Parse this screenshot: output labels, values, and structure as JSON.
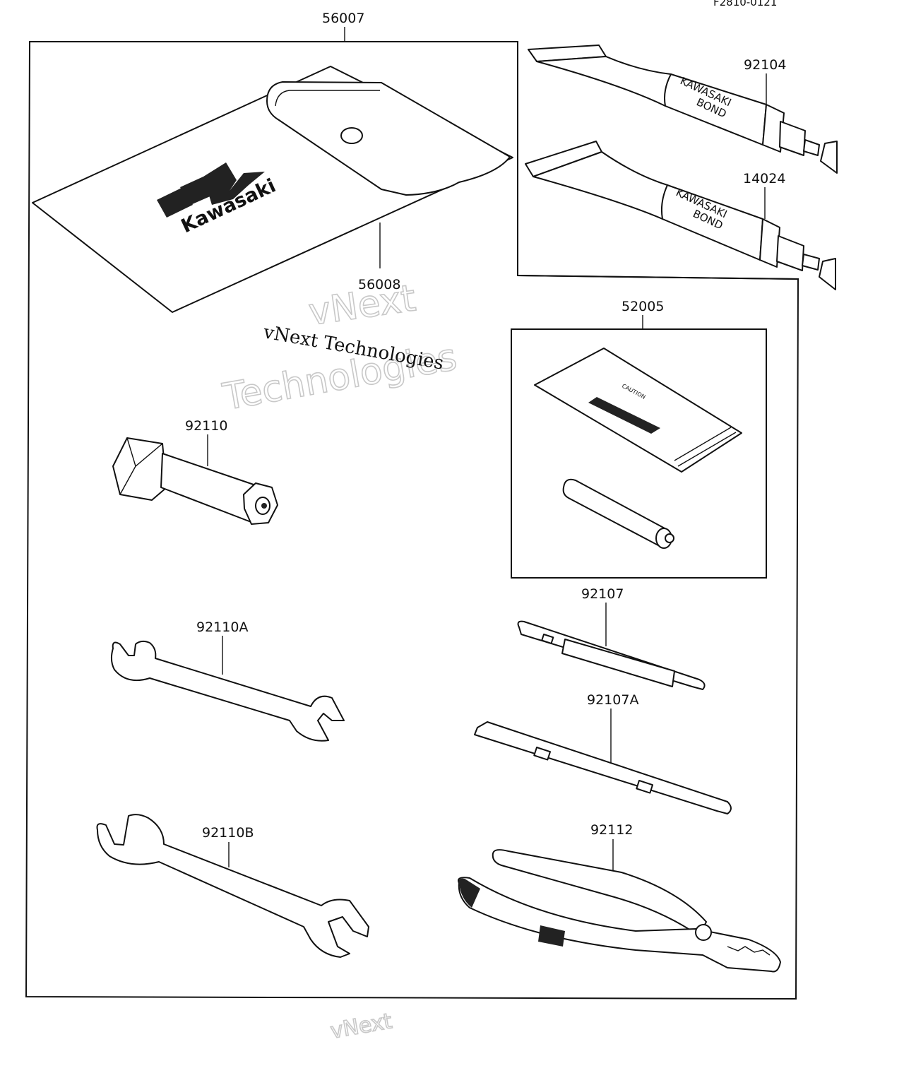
{
  "figure_code": "F2810-0121",
  "labels": {
    "p56007": "56007",
    "p56008": "56008",
    "p92104": "92104",
    "p14024": "14024",
    "p52005": "52005",
    "p92110": "92110",
    "p92110A": "92110A",
    "p92110B": "92110B",
    "p92107": "92107",
    "p92107A": "92107A",
    "p92112": "92112"
  },
  "logo_text": "Kawasaki",
  "tube_text": {
    "line1": "KAWASAKI",
    "line2": "BOND"
  },
  "caution_text": "CAUTION",
  "watermark": {
    "serif": "vNext Technologies",
    "outline1": "vNext",
    "outline2": "Technologies"
  }
}
